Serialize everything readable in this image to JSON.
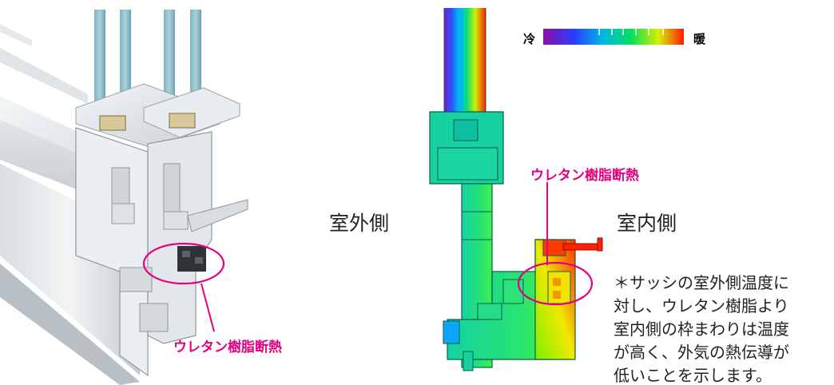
{
  "callouts": {
    "insulation_label_left": "ウレタン樹脂断熱",
    "insulation_label_center": "ウレタン樹脂断熱"
  },
  "sides": {
    "outdoor": "室外側",
    "indoor": "室内側"
  },
  "legend": {
    "cold": "冷",
    "warm": "暖",
    "gradient_colors": [
      "#8a0fa8",
      "#2a3dff",
      "#00b6e8",
      "#00e060",
      "#d8f000",
      "#ff1a00"
    ]
  },
  "note_lines": [
    "＊サッシの室外側温度に",
    "対し、ウレタン樹脂より",
    "室内側の枠まわりは温度",
    "が高く、外気の熱伝導が",
    "低いことを示します。"
  ],
  "colors": {
    "callout_pink": "#e4007f",
    "frame_teal": "#16d2a3",
    "frame_outline": "#0b5d48"
  }
}
